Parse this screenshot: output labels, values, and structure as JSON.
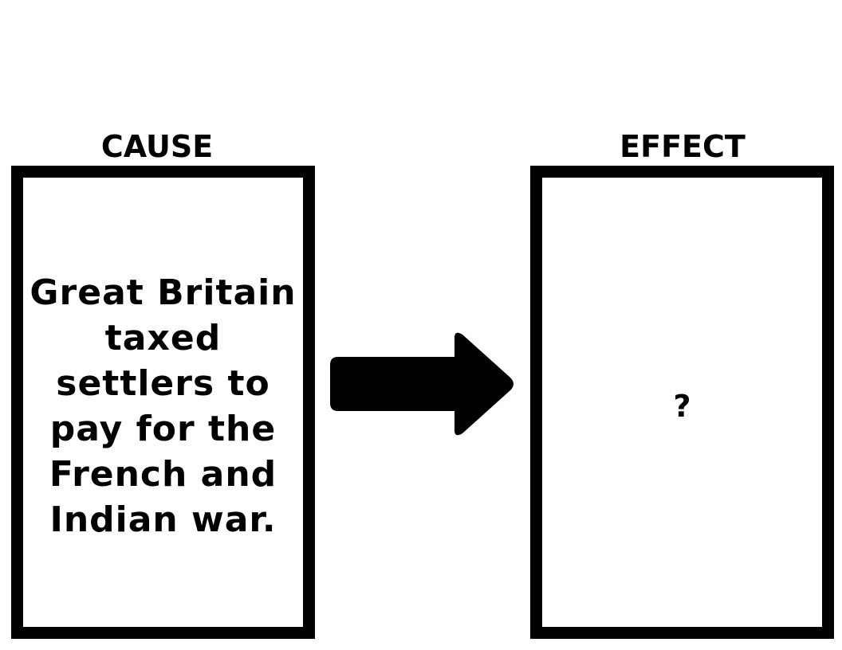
{
  "cause": {
    "heading": "CAUSE",
    "text": "Great Britain taxed settlers to pay for the French and Indian war."
  },
  "effect": {
    "heading": "EFFECT",
    "text": "?"
  },
  "arrow": {
    "icon": "right-arrow-icon",
    "color": "#000000"
  }
}
